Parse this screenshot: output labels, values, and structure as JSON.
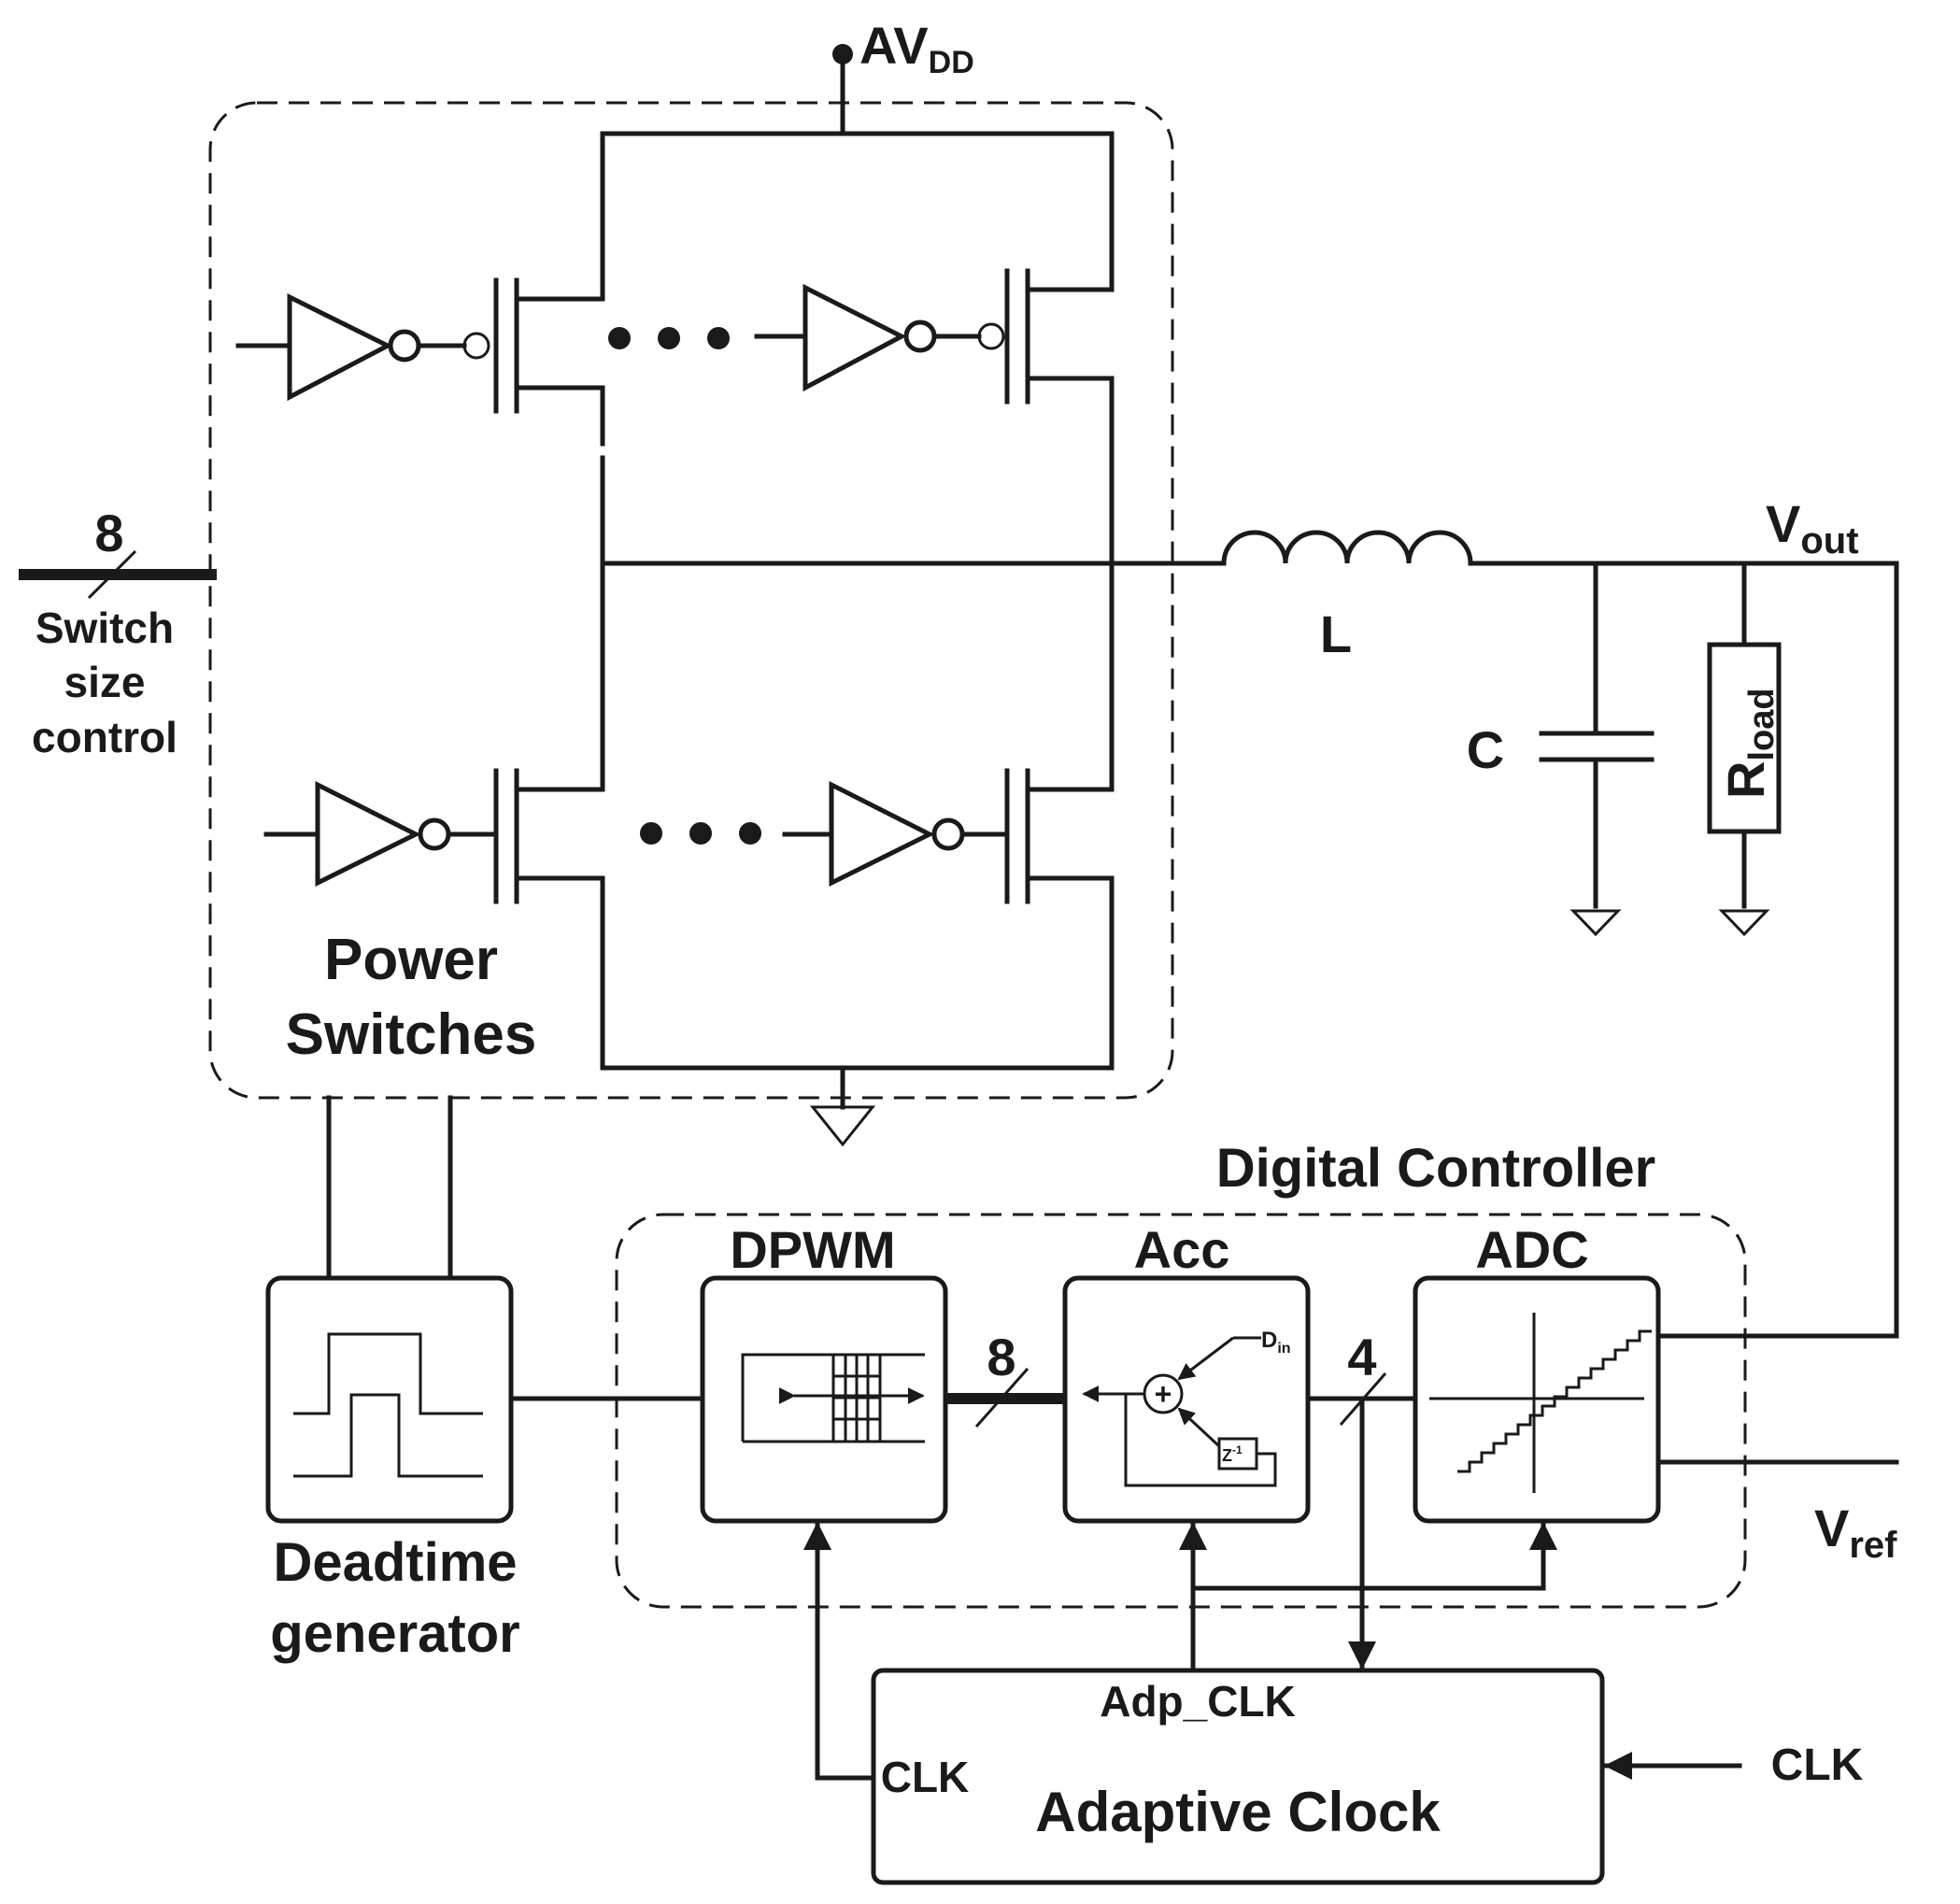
{
  "labels": {
    "avdd_main": "AV",
    "avdd_sub": "DD",
    "vout_main": "V",
    "vout_sub": "out",
    "vref_main": "V",
    "vref_sub": "ref",
    "bus_width_input": "8",
    "switch_size_control": [
      "Switch",
      "size",
      "control"
    ],
    "inductor": "L",
    "capacitor": "C",
    "rload_main": "R",
    "rload_sub": "load",
    "power_switches": [
      "Power",
      "Switches"
    ],
    "deadtime_generator": [
      "Deadtime",
      "generator"
    ],
    "digital_controller": "Digital Controller",
    "dpwm": "DPWM",
    "acc": "Acc",
    "adc": "ADC",
    "bus_width_dpwm_acc": "8",
    "bus_width_acc_adc": "4",
    "din_main": "D",
    "din_sub": "in",
    "zinv_main": "Z",
    "zinv_sup": "-1",
    "plus": "+",
    "adp_clk": "Adp_CLK",
    "clk_internal": "CLK",
    "adaptive_clock": "Adaptive Clock",
    "clk_input": "CLK"
  }
}
